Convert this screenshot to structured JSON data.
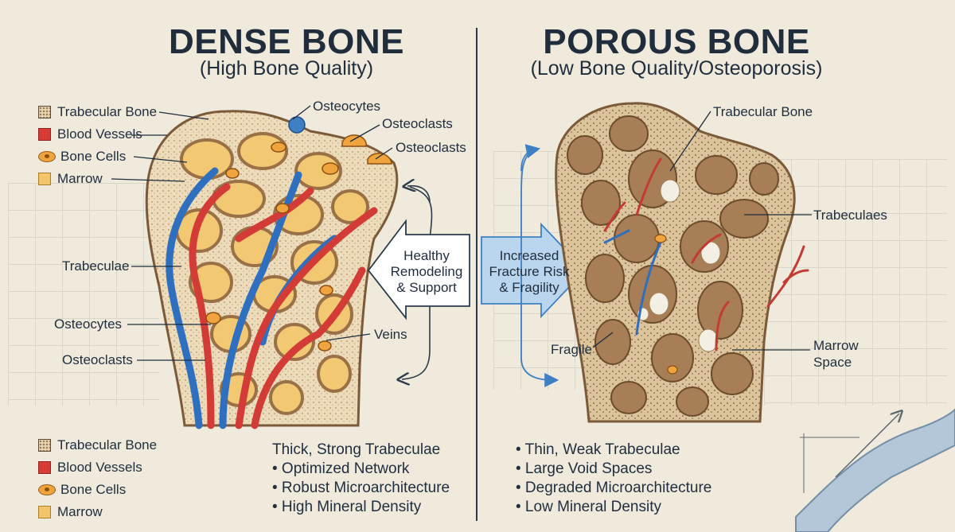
{
  "dense": {
    "title": "DENSE BONE",
    "subtitle": "(High Bone Quality)",
    "legend": [
      {
        "label": "Trabecular Bone",
        "icon": "trabecular-swatch"
      },
      {
        "label": "Blood Vessels",
        "icon": "blood-vessel-swatch"
      },
      {
        "label": "Bone Cells",
        "icon": "bone-cell-swatch"
      },
      {
        "label": "Marrow",
        "icon": "marrow-swatch"
      }
    ],
    "callouts": {
      "osteocytes_top": "Osteocytes",
      "osteoclasts_top1": "Osteoclasts",
      "osteoclasts_top2": "Osteoclasts",
      "trabeculae": "Trabeculae",
      "osteocytes": "Osteocytes",
      "osteoclasts": "Osteoclasts",
      "veins": "Veins"
    },
    "features_heading": "Thick, Strong Trabeculae",
    "features": [
      "• Optimized Network",
      "• Robust Microarchitecture",
      "• High Mineral Density"
    ]
  },
  "porous": {
    "title": "POROUS BONE",
    "subtitle": "(Low Bone Quality/Osteoporosis)",
    "callouts": {
      "trabecular_bone": "Trabecular Bone",
      "trabeculaes": "Trabeculaes",
      "fragile": "Fragile",
      "marrow_space_1": "Marrow",
      "marrow_space_2": "Space"
    },
    "features": [
      "• Thin, Weak Trabeculae",
      "• Large Void Spaces",
      "• Degraded Microarchitecture",
      "• Low Mineral Density"
    ]
  },
  "arrows": {
    "left": [
      "Healthy",
      "Remodeling",
      "& Support"
    ],
    "right": [
      "Increased",
      "Fracture Risk",
      "& Fragility"
    ]
  },
  "colors": {
    "background": "#efeadc",
    "bone": "#ecdcbc",
    "vessel_red": "#d33b36",
    "vessel_blue": "#2f6fc0",
    "cell": "#f0a43d",
    "porous_bone": "#d9c29b",
    "void": "#a77e55",
    "arrow_fill": "#b9d6ee"
  }
}
